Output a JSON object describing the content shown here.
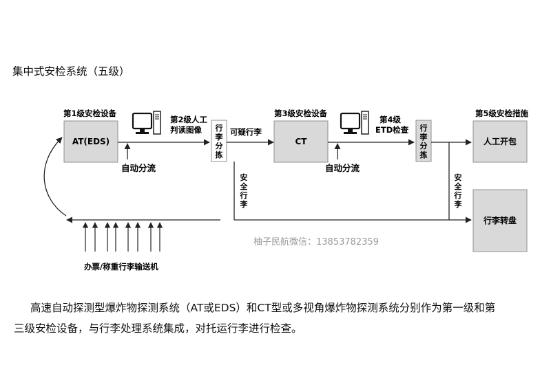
{
  "page_title": "集中式安检系统（五级）",
  "level1": {
    "caption": "第1级安检设备",
    "box_label": "AT(EDS)"
  },
  "level2": {
    "label_line1": "第2级人工",
    "label_line2": "判读图像"
  },
  "sorter1": {
    "chars": [
      "行",
      "李",
      "分",
      "拣"
    ]
  },
  "suspect_label": "可疑行李",
  "auto_divert_1": "自动分流",
  "level3": {
    "caption": "第3级安检设备",
    "box_label": "CT"
  },
  "level4": {
    "label_line1": "第4级",
    "label_line2": "ETD检查"
  },
  "auto_divert_2": "自动分流",
  "sorter2": {
    "chars": [
      "行",
      "李",
      "分",
      "拣"
    ]
  },
  "level5": {
    "caption": "第5级安检措施",
    "box_label": "人工开包"
  },
  "safe_1": {
    "chars": [
      "安",
      "全",
      "行",
      "李"
    ]
  },
  "safe_2": {
    "chars": [
      "安",
      "全",
      "行",
      "李"
    ]
  },
  "carousel_label": "行李转盘",
  "watermark": "柚子民航微信：13853782359",
  "conveyor_label": "办票/称重行李输送机",
  "paragraph_line1": "高速自动探测型爆炸物探测系统（AT或EDS）和CT型或多视角爆炸物探测系统分别作为第一级和第",
  "paragraph_line2": "三级安检设备，与行李处理系统集成，对托运行李进行检查。",
  "colors": {
    "box_fill": "#d9d9d9",
    "box_stroke": "#8f8f8f",
    "line": "#222222"
  },
  "icons": [
    "computer-icon",
    "computer-icon"
  ]
}
